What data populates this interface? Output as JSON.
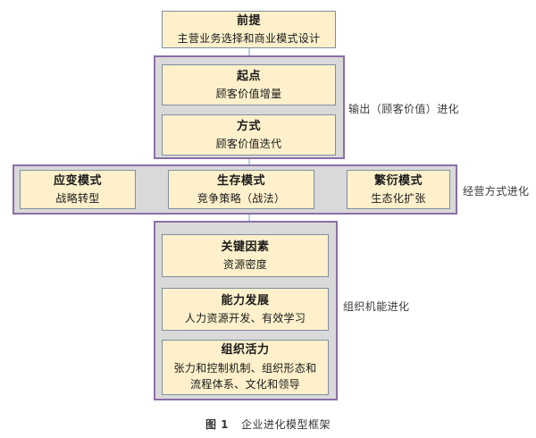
{
  "figure": {
    "caption_label": "图 1",
    "caption_text": "企业进化模型框架"
  },
  "nodes": {
    "premise": {
      "title": "前提",
      "subtitle": "主营业务选择和商业模式设计"
    },
    "start": {
      "title": "起点",
      "subtitle": "顾客价值增量"
    },
    "method": {
      "title": "方式",
      "subtitle": "顾客价值迭代"
    },
    "adaptive": {
      "title": "应变模式",
      "subtitle": "战略转型"
    },
    "survival": {
      "title": "生存模式",
      "subtitle": "竞争策略（战法）"
    },
    "prosperity": {
      "title": "繁衍模式",
      "subtitle": "生态化扩张"
    },
    "keyfactor": {
      "title": "关键因素",
      "subtitle": "资源密度"
    },
    "capability": {
      "title": "能力发展",
      "subtitle": "人力资源开发、有效学习"
    },
    "vitality": {
      "title": "组织活力",
      "subtitle_line1": "张力和控制机制、组织形态和",
      "subtitle_line2": "流程体系、文化和领导"
    }
  },
  "side_labels": {
    "output": "输出（顾客价值）进化",
    "operation": "经营方式进化",
    "organization": "组织机能进化"
  },
  "colors": {
    "node_fill": "#fdf0cb",
    "node_border": "#7f8fa0",
    "group_border": "#8a6fa8",
    "group_fill": "#d9d9d9",
    "connector": "#b9cfe0",
    "text": "#1a1a1a"
  }
}
